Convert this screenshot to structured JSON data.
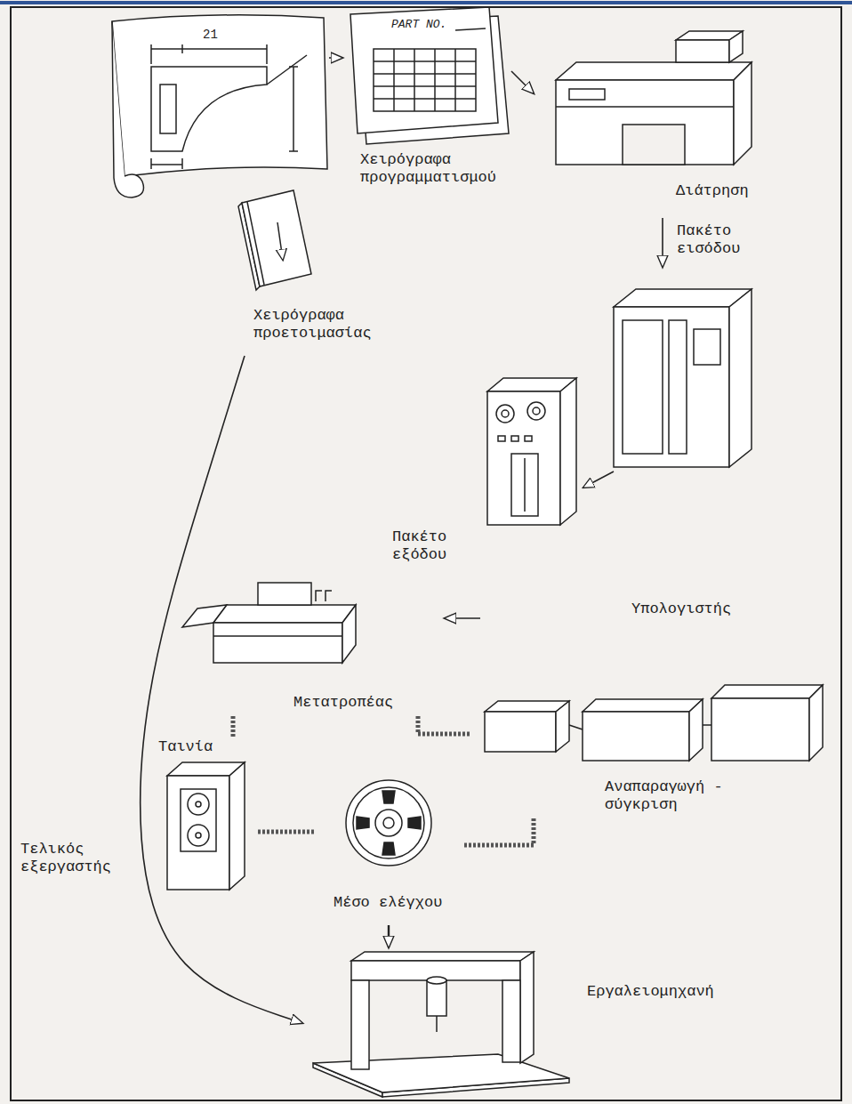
{
  "diagram": {
    "nodes": [
      {
        "text": [
          "21"
        ]
      },
      {
        "text": [
          "PART NO.",
          "Χειρόγραφα προγραμματισμού"
        ]
      },
      {
        "text": [
          "Διάτρηση"
        ]
      },
      {
        "text": [
          "Χειρόγραφα προετοιμασίας"
        ]
      },
      {
        "text": [
          "Υπολογιστής"
        ]
      },
      {
        "text": [
          "Μετατροπέας"
        ]
      },
      {
        "text": [
          "Ταινία"
        ]
      },
      {
        "text": [
          "Αναπαραγωγή - σύγκριση"
        ]
      },
      {
        "text": [
          "Μέσο ελέγχου"
        ]
      },
      {
        "text": [
          "Εργαλειομηχανή"
        ]
      }
    ],
    "edges": [
      {
        "from": 0,
        "to": 1,
        "arrow": "to"
      },
      {
        "from": 1,
        "to": 2,
        "arrow": "to"
      },
      {
        "from": 2,
        "to": 4,
        "label": "Πακέτο εισόδου",
        "arrow": "to"
      },
      {
        "from": 4,
        "to": 5,
        "label": "Πακέτο εξόδου",
        "arrow": "to"
      },
      {
        "from": 5,
        "to": 6,
        "arrow": "none"
      },
      {
        "from": 5,
        "to": 7,
        "arrow": "none"
      },
      {
        "from": 6,
        "to": 8,
        "arrow": "none"
      },
      {
        "from": 7,
        "to": 8,
        "arrow": "none"
      },
      {
        "from": 8,
        "to": 9,
        "arrow": "to"
      },
      {
        "from": 3,
        "to": 9,
        "label": "Τελικός εξεργαστής",
        "arrow": "to"
      }
    ]
  }
}
